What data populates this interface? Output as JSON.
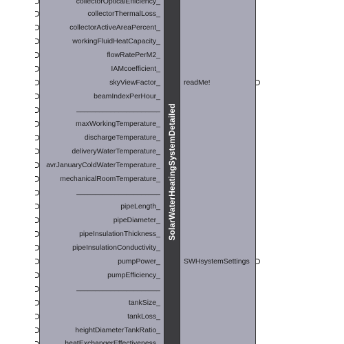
{
  "component": {
    "title": "SolarWaterHeatingSystemDetailed",
    "inputs": {
      "collector_optical_efficiency": "collectorOpticalEfficiency_",
      "collector_thermal_loss": "collectorThermalLoss_",
      "collector_active_area_percent": "collectorActiveAreaPercent_",
      "working_fluid_heat_capacity": "workingFluidHeatCapacity_",
      "flow_rate_per_m2": "flowRatePerM2_",
      "iam_coefficient": "IAMcoefficient_",
      "sky_view_factor": "skyViewFactor_",
      "beam_index_per_hour": "beamIndexPerHour_",
      "separator_1": "______________________",
      "max_working_temperature": "maxWorkingTemperature_",
      "discharge_temperature": "dischargeTemperature_",
      "delivery_water_temperature": "deliveryWaterTemperature_",
      "avr_january_cold_water_temperature": "avrJanuaryColdWaterTemperature_",
      "mechanical_room_temperature": "mechanicalRoomTemperature_",
      "separator_2": "______________________",
      "pipe_length": "pipeLength_",
      "pipe_diameter": "pipeDiameter_",
      "pipe_insulation_thickness": "pipeInsulationThickness_",
      "pipe_insulation_conductivity": "pipeInsulationConductivity_",
      "pump_power": "pumpPower_",
      "pump_efficiency": "pumpEfficiency_",
      "separator_3": "______________________",
      "tank_size": "tankSize_",
      "tank_loss": "tankLoss_",
      "height_diameter_tank_ratio": "heightDiameterTankRatio_",
      "heat_exchanger_effectiveness": "heatExchangerEffectiveness_"
    },
    "outputs": {
      "read_me": "readMe!",
      "swh_system_settings": "SWHsystemSettings"
    }
  },
  "colors": {
    "component_body": "#a8a8b6",
    "center_strip": "#3c3c3f",
    "title_text": "#ffffff",
    "label_text": "#1a1a1a"
  }
}
